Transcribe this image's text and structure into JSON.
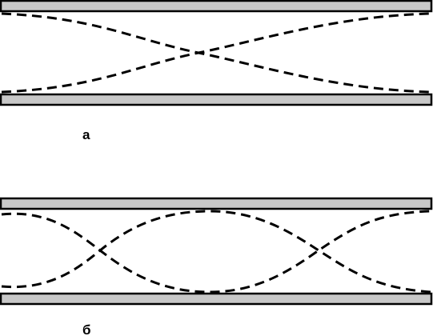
{
  "colors": {
    "plate_fill": "#c8c8c8",
    "outline": "#000000",
    "background": "#ffffff"
  },
  "panels": [
    {
      "id": "a",
      "label": "а"
    },
    {
      "id": "b",
      "label": "б"
    }
  ]
}
